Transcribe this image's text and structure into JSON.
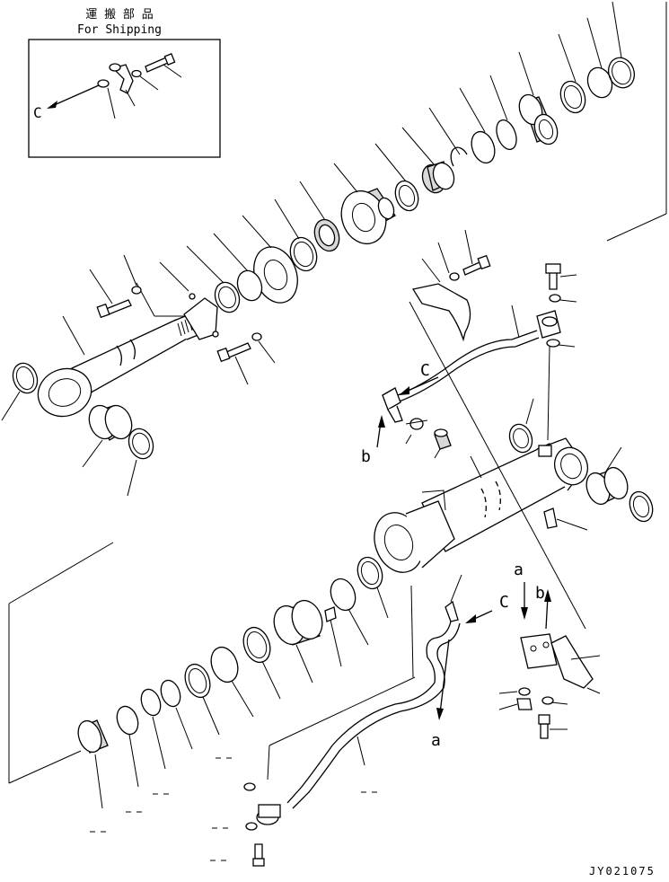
{
  "shipping_box": {
    "title_jp": "運 搬 部 品",
    "title_en": "For Shipping",
    "ref_label": "C"
  },
  "callout_letters": {
    "c_upper": "C",
    "b_left": "b",
    "a_top": "a",
    "b_right": "b",
    "c_lower": "C",
    "a_bottom": "a"
  },
  "drawing_code": "JY021075"
}
